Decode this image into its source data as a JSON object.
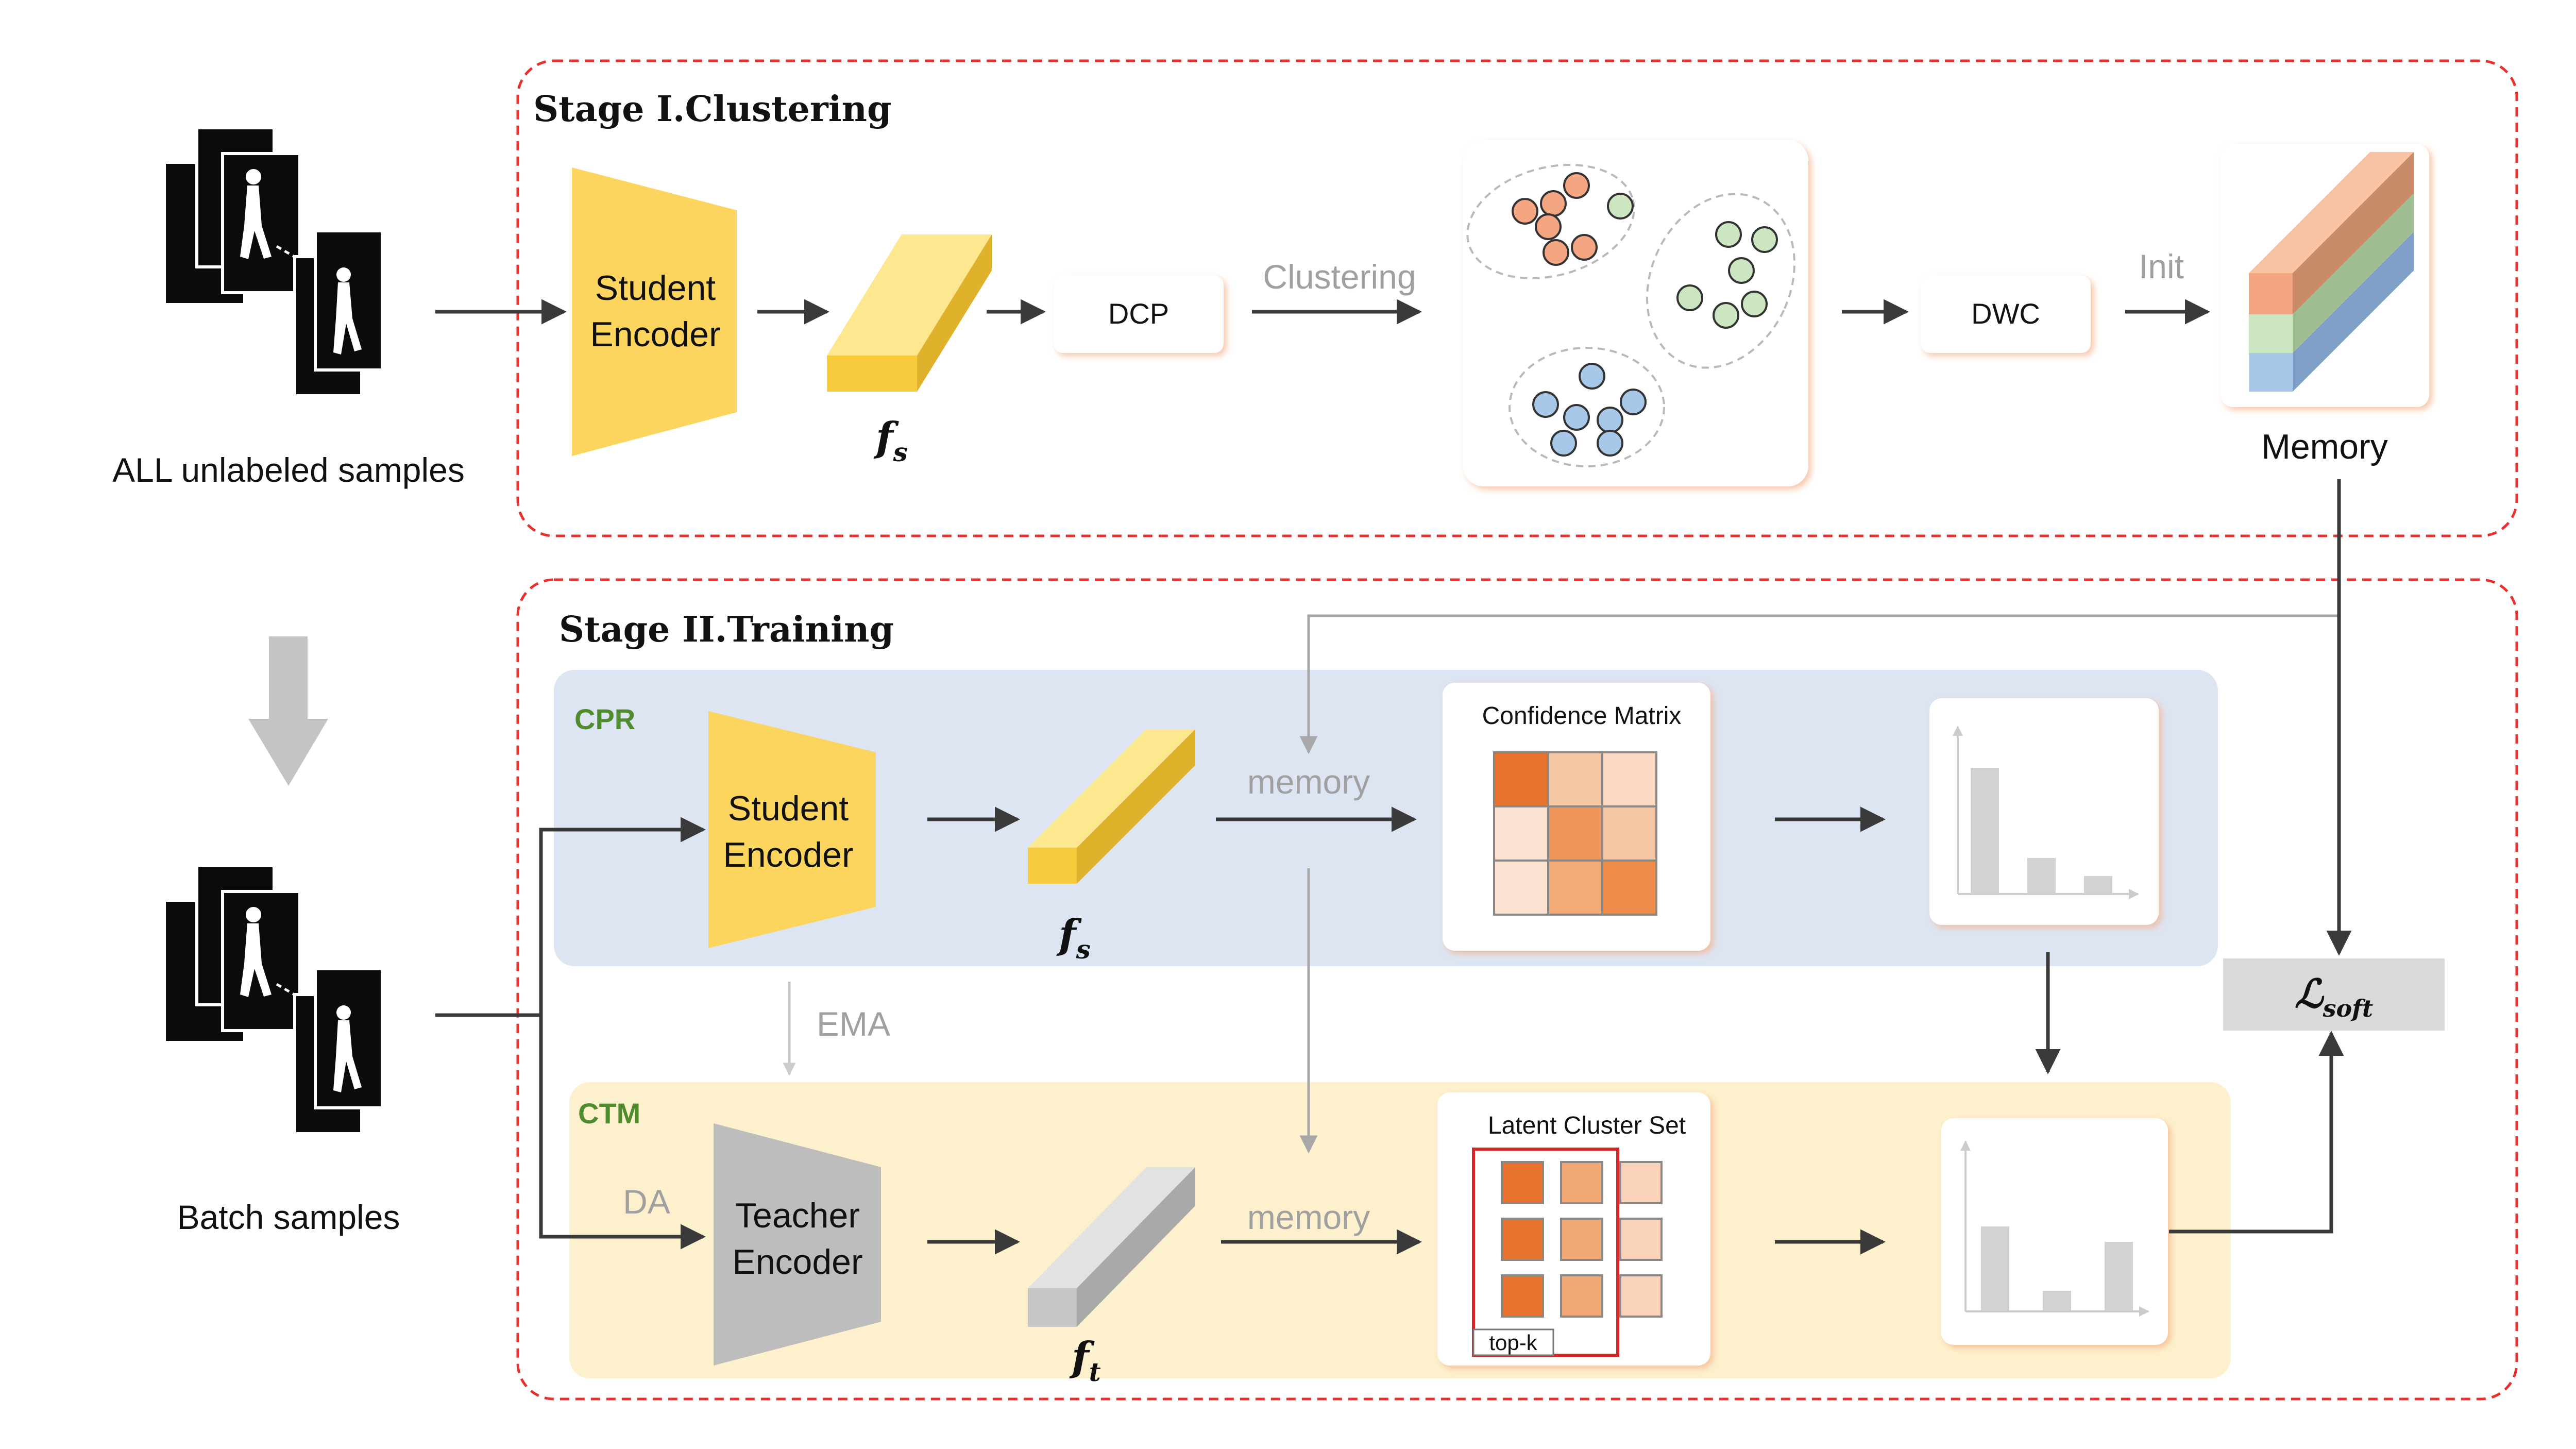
{
  "samples": {
    "all_label": "ALL unlabeled samples",
    "batch_label": "Batch samples"
  },
  "stage1": {
    "title": "Stage I.Clustering",
    "encoder_label_1": "Student",
    "encoder_label_2": "Encoder",
    "feature_main": "f",
    "feature_sub": "s",
    "dcp_label": "DCP",
    "clustering_label": "Clustering",
    "dwc_label": "DWC",
    "init_label": "Init",
    "memory_label": "Memory"
  },
  "stage2": {
    "title": "Stage II.Training",
    "cpr": {
      "label": "CPR",
      "encoder_label_1": "Student",
      "encoder_label_2": "Encoder",
      "feature_main": "f",
      "feature_sub": "s",
      "memory_label": "memory",
      "matrix_title": "Confidence Matrix"
    },
    "ema_label": "EMA",
    "ctm": {
      "label": "CTM",
      "da_label": "DA",
      "encoder_label_1": "Teacher",
      "encoder_label_2": "Encoder",
      "feature_main": "f",
      "feature_sub": "t",
      "memory_label": "memory",
      "set_title": "Latent Cluster Set",
      "topk_label": "top-k"
    },
    "loss_main": "ℒ",
    "loss_sub": "soft"
  },
  "colors": {
    "stage_border": "#e8312f",
    "cpr_bg": "#dde4f2",
    "ctm_bg": "#fdf0cc",
    "student_encoder": "#fcd55e",
    "teacher_encoder": "#bdbdbd",
    "cluster_orange": "#f4a582",
    "cluster_green": "#cde6c2",
    "cluster_blue": "#a8c8ea",
    "cpr_text": "#4e8c2e"
  }
}
